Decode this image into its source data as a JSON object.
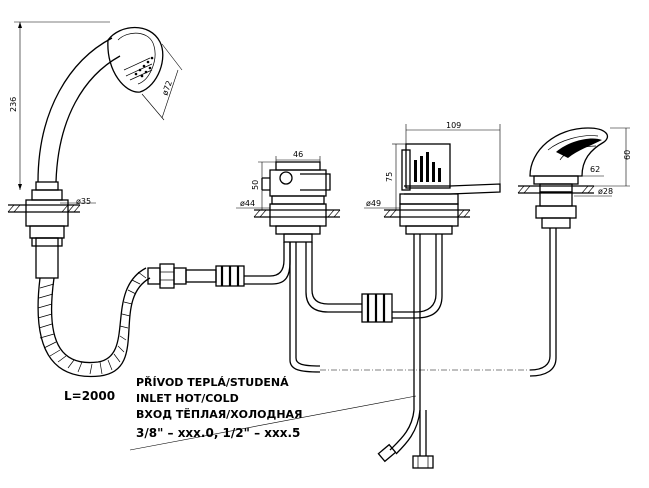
{
  "dimensions": {
    "handshower_height": "236",
    "handshower_head": "ø72",
    "shower_base": "ø35",
    "hose_length": "L=2000",
    "valve_width": "46",
    "valve_height": "50",
    "valve_base": "ø44",
    "mixer_width": "109",
    "mixer_height": "75",
    "mixer_base": "ø49",
    "spout_height": "60",
    "spout_projection": "62",
    "spout_base": "ø28"
  },
  "note": {
    "line1": "PŘÍVOD TEPLÁ/STUDENÁ",
    "line2": "INLET HOT/COLD",
    "line3": "ВХОД ТЁПЛАЯ/ХОЛОДНАЯ",
    "line4": "3/8\" – xxx.0, 1/2\" – xxx.5"
  }
}
